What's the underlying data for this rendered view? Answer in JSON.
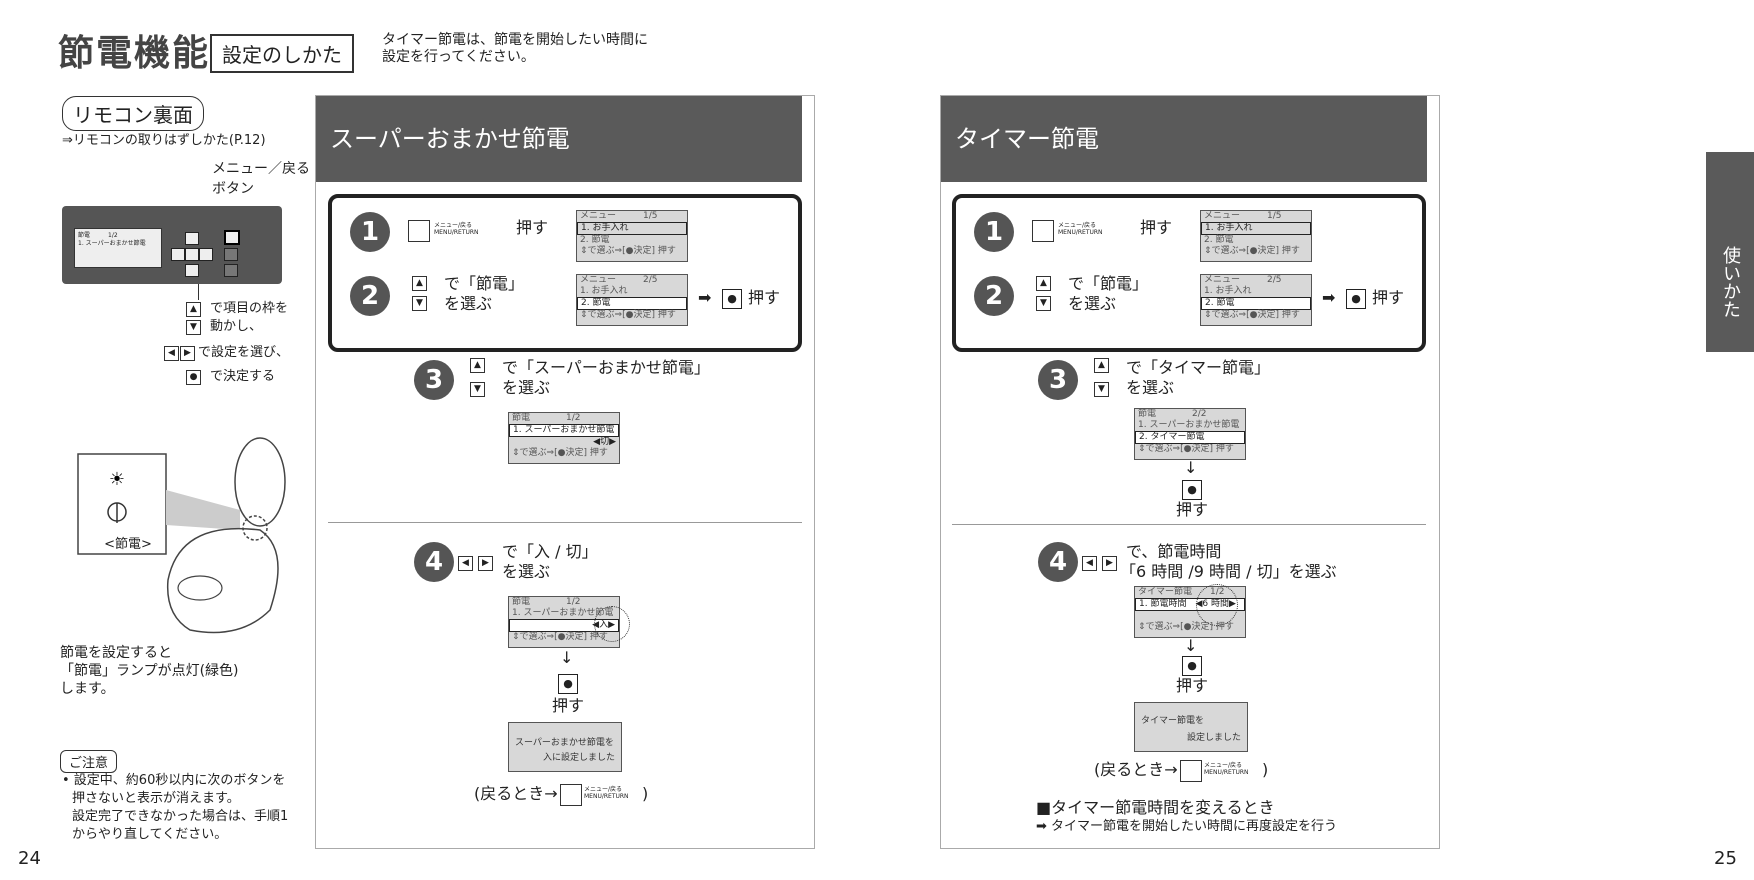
{
  "header": {
    "title": "節電機能",
    "subtitle_box": "設定のしかた",
    "desc_line1": "タイマー節電は、節電を開始したい時間に",
    "desc_line2": "設定を行ってください。"
  },
  "left": {
    "remocon_label": "リモコン裏面",
    "remocon_ref": "⇒リモコンの取りはずしかた(P.12)",
    "menu_label1": "メニュー／戻る",
    "menu_label2": "ボタン",
    "remote_screen_l1": "節電　　　1/2",
    "remote_screen_l2": "1. スーパーおまかせ節電",
    "instr1": "で項目の枠を",
    "instr2": "動かし、",
    "instr3": "で設定を選び、",
    "instr4": "で決定する",
    "lamp_label": "<節電>",
    "lamp_text1": "節電を設定すると",
    "lamp_text2": "「節電」ランプが点灯(緑色)",
    "lamp_text3": "します。",
    "note_label": "ご注意",
    "note1": "• 設定中、約60秒以内に次のボタンを",
    "note2": "押さないと表示が消えます。",
    "note3": "設定完了できなかった場合は、手順1",
    "note4": "からやり直してください。",
    "page_left": "24"
  },
  "panel1": {
    "title": "スーパーおまかせ節電",
    "step1_num": "1",
    "step1_btn": "メニュー/戻る MENU/RETURN",
    "step1_text": "押す",
    "lcd1_l1": "メニュー　　　1/5",
    "lcd1_l2": "1. お手入れ",
    "lcd1_l3": "2. 節電",
    "lcd1_l4": "⇕で選ぶ⇒[●決定] 押す",
    "step2_num": "2",
    "step2_text1": "で「節電」",
    "step2_text2": "を選ぶ",
    "lcd2_l1": "メニュー　　　2/5",
    "lcd2_l2": "1. お手入れ",
    "lcd2_l3": "2. 節電",
    "lcd2_l4": "⇕で選ぶ⇒[●決定] 押す",
    "step2_push": "押す",
    "step3_num": "3",
    "step3_text1": "で「スーパーおまかせ節電」",
    "step3_text2": "を選ぶ",
    "lcd3_l1": "節電　　　　1/2",
    "lcd3_l2": "1. スーパーおまかせ節電",
    "lcd3_l3": "◀切▶",
    "lcd3_l4": "⇕で選ぶ⇒[●決定] 押す",
    "step4_num": "4",
    "step4_text1": "で「入 / 切」",
    "step4_text2": "を選ぶ",
    "lcd4_l1": "節電　　　　1/2",
    "lcd4_l2": "1. スーパーおまかせ節電",
    "lcd4_l3": "◀入▶",
    "lcd4_l4": "⇕で選ぶ⇒[●決定] 押す",
    "step4_push": "押す",
    "msg_l1": "スーパーおまかせ節電を",
    "msg_l2": "入に設定しました",
    "return_text": "(戻るとき→",
    "return_end": ")"
  },
  "panel2": {
    "title": "タイマー節電",
    "step1_num": "1",
    "step1_btn": "メニュー/戻る MENU/RETURN",
    "step1_text": "押す",
    "lcd1_l1": "メニュー　　　1/5",
    "lcd1_l2": "1. お手入れ",
    "lcd1_l3": "2. 節電",
    "lcd1_l4": "⇕で選ぶ⇒[●決定] 押す",
    "step2_num": "2",
    "step2_text1": "で「節電」",
    "step2_text2": "を選ぶ",
    "lcd2_l1": "メニュー　　　2/5",
    "lcd2_l2": "1. お手入れ",
    "lcd2_l3": "2. 節電",
    "lcd2_l4": "⇕で選ぶ⇒[●決定] 押す",
    "step2_push": "押す",
    "step3_num": "3",
    "step3_text1": "で「タイマー節電」",
    "step3_text2": "を選ぶ",
    "lcd3_l1": "節電　　　　2/2",
    "lcd3_l2": "1. スーパーおまかせ節電",
    "lcd3_l3": "2. タイマー節電",
    "lcd3_l4": "⇕で選ぶ⇒[●決定] 押す",
    "step3_push": "押す",
    "step4_num": "4",
    "step4_text1": "で、節電時間",
    "step4_text2": "「6 時間 /9 時間 / 切」を選ぶ",
    "lcd4_l1": "タイマー節電　　1/2",
    "lcd4_l2": "1. 節電時間　◀6 時間▶",
    "lcd4_l4": "⇕で選ぶ⇒[●決定] 押す",
    "step4_push": "押す",
    "msg_l1": "タイマー節電を",
    "msg_l2": "設定しました",
    "return_text": "(戻るとき→",
    "return_end": ")",
    "change_title": "■タイマー節電時間を変えるとき",
    "change_text": "➡ タイマー節電を開始したい時間に再度設定を行う"
  },
  "side_tab": "使いかた",
  "page_right": "25"
}
